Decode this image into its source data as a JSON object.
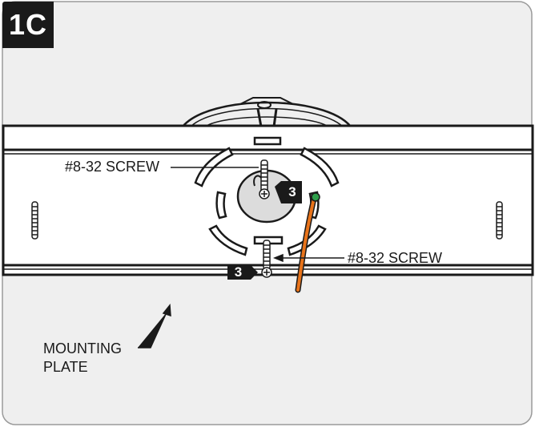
{
  "step": {
    "label": "1C"
  },
  "callouts": {
    "upper_screw": "#8-32 SCREW",
    "lower_screw": "#8-32 SCREW",
    "mounting_plate_line1": "MOUNTING",
    "mounting_plate_line2": "PLATE",
    "step_ref_upper": "3",
    "step_ref_lower": "3"
  },
  "colors": {
    "frame_bg": "#efefef",
    "frame_border": "#9a9a9a",
    "ink": "#1a1a1a",
    "wire": "#e8731a",
    "ground": "#2e9e4a"
  }
}
